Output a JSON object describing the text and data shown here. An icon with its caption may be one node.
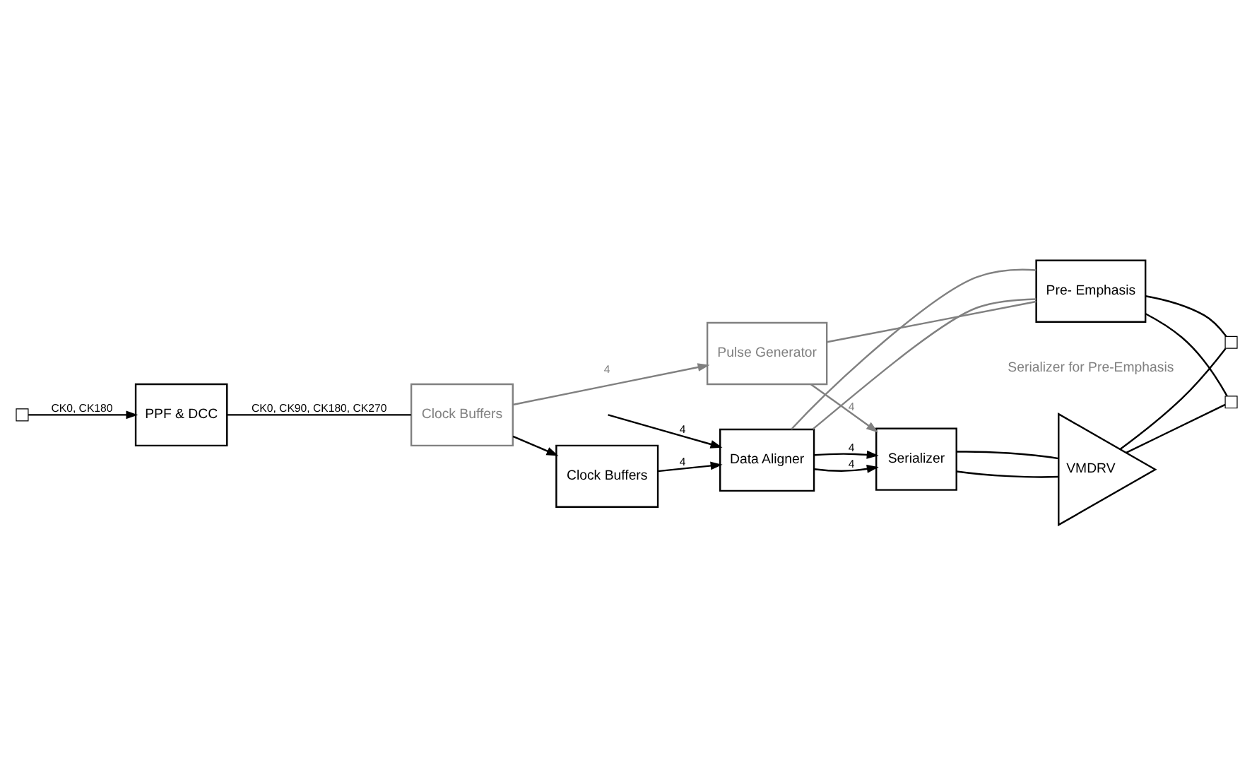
{
  "diagram": {
    "nodes": [
      {
        "text": [
          "Data Aligner"
        ]
      },
      {
        "text": [
          "Serializer"
        ]
      },
      {
        "text": [
          "Pre- Emphasis"
        ]
      },
      {
        "text": [
          "VMDRV"
        ]
      },
      {
        "text": [
          "Pulse Generator"
        ]
      },
      {
        "text": [
          "Clock Buffers"
        ]
      },
      {
        "text": [
          "Clock Buffers"
        ]
      },
      {
        "text": [
          "PPF & DCC"
        ]
      },
      {
        "text": [],
        "shape": "box"
      },
      {
        "text": [],
        "shape": "box"
      },
      {
        "text": [],
        "shape": "box"
      }
    ],
    "edges": [
      {
        "from": null,
        "to": 0,
        "arrow": "to",
        "label": "4"
      },
      {
        "from": 0,
        "to": 1,
        "arrow": "to",
        "label": "4"
      },
      {
        "from": 0,
        "to": 1,
        "arrow": "to",
        "label": "4"
      },
      {
        "from": 0,
        "to": 2,
        "arrow": "none",
        "color": "#808080"
      },
      {
        "from": 0,
        "to": 2,
        "arrow": "none",
        "color": "#808080"
      },
      {
        "from": 4,
        "to": 1,
        "arrow": "to",
        "label": "4",
        "color": "#808080"
      },
      {
        "from": 4,
        "to": 2,
        "arrow": "none",
        "color": "#808080"
      },
      {
        "from": 1,
        "to": 3,
        "arrow": "none"
      },
      {
        "from": 1,
        "to": 3,
        "arrow": "none"
      },
      {
        "from": 3,
        "to": 8,
        "arrow": "none"
      },
      {
        "from": 3,
        "to": 9,
        "arrow": "none"
      },
      {
        "from": 2,
        "to": 8,
        "arrow": "none"
      },
      {
        "from": 2,
        "to": 9,
        "arrow": "none"
      },
      {
        "from": 5,
        "to": 0,
        "arrow": "to",
        "label": "4"
      },
      {
        "from": 6,
        "to": 5,
        "arrow": "to"
      },
      {
        "from": 6,
        "to": 4,
        "arrow": "to",
        "label": "4",
        "color": "#808080"
      },
      {
        "from": 7,
        "to": 6,
        "arrow": "none",
        "label": "CK0, CK90, CK180, CK270"
      },
      {
        "from": 10,
        "to": 7,
        "arrow": "to",
        "label": "CK0, CK180"
      }
    ],
    "labels": [
      "Serializer for Pre-Emphasis"
    ]
  }
}
